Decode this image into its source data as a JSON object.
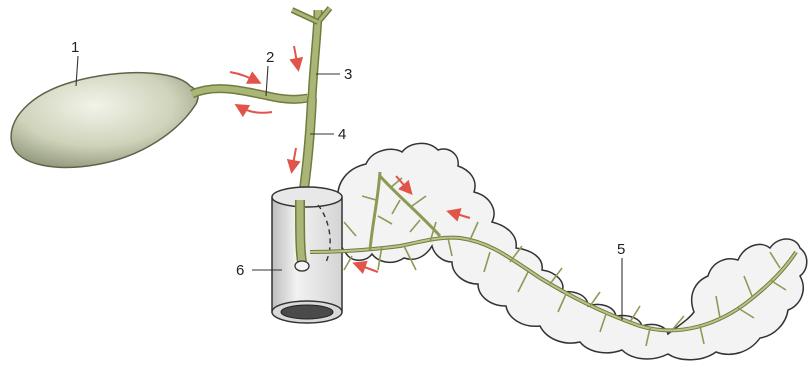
{
  "labels": {
    "l1": "1",
    "l2": "2",
    "l3": "3",
    "l4": "4",
    "l5": "5",
    "l6": "6"
  },
  "colors": {
    "duct": "#9fae6a",
    "duct_dark": "#6f7d3c",
    "gallbladder": "#c9ceb3",
    "pancreas_fill": "#f3f3f3",
    "pancreas_outline": "#333333",
    "arrow": "#e2534a",
    "leader": "#333333"
  }
}
